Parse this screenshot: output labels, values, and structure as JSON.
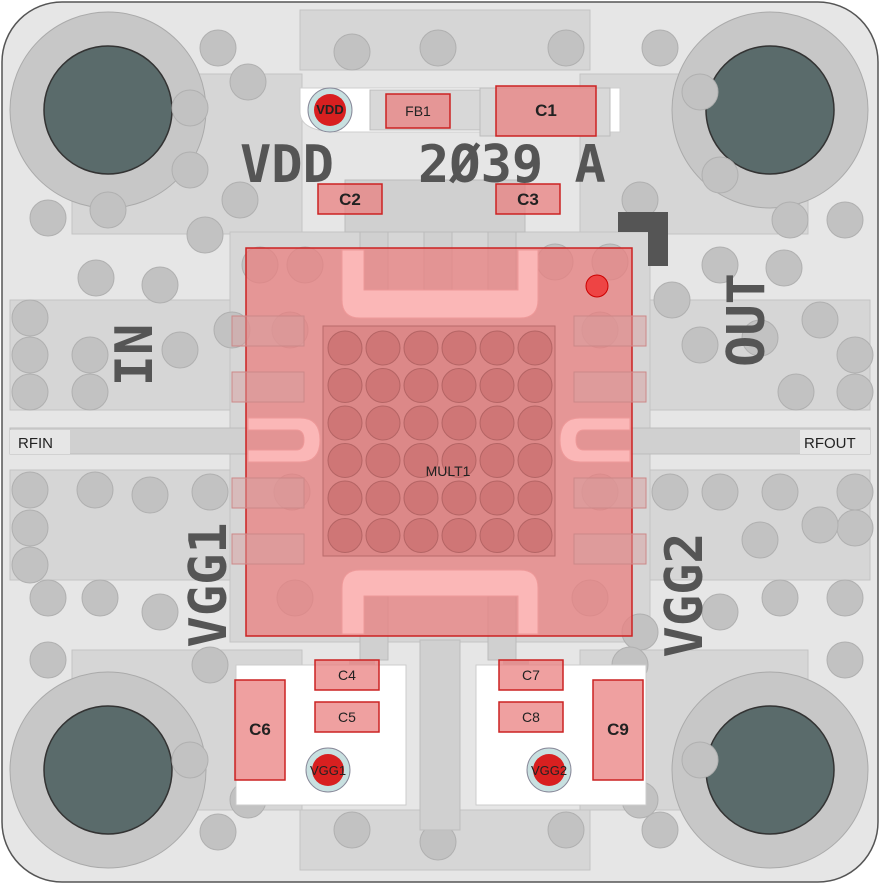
{
  "board": {
    "silkscreen": {
      "vdd": "VDD",
      "part_code": "2Ø39 A",
      "in": "IN",
      "out": "OUT",
      "vgg1": "VGG1",
      "vgg2": "VGG2"
    },
    "components": {
      "vdd_pad": "VDD",
      "fb1": "FB1",
      "c1": "C1",
      "c2": "C2",
      "c3": "C3",
      "c4": "C4",
      "c5": "C5",
      "c6": "C6",
      "c7": "C7",
      "c8": "C8",
      "c9": "C9",
      "vgg1_pad": "VGG1",
      "vgg2_pad": "VGG2",
      "mult1": "MULT1"
    },
    "ports": {
      "rfin": "RFIN",
      "rfout": "RFOUT"
    },
    "colors": {
      "board_fill": "#e6e6e6",
      "copper": "#d4d4d4",
      "via": "#bcbcbc",
      "component": "#e98080",
      "mount_hole": "#5a6b6b"
    }
  }
}
